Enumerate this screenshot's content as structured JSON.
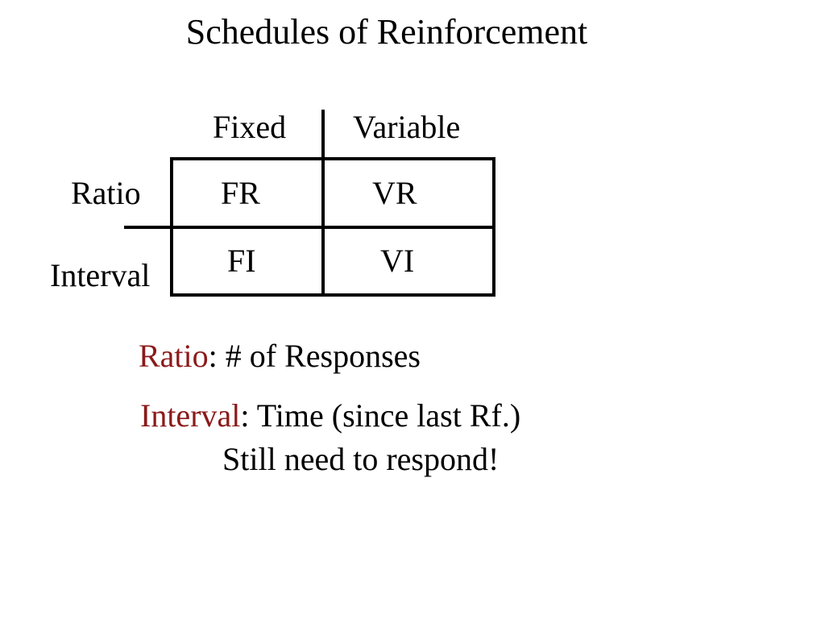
{
  "title": "Schedules of Reinforcement",
  "columns": {
    "fixed": "Fixed",
    "variable": "Variable"
  },
  "rows": {
    "ratio": "Ratio",
    "interval": "Interval"
  },
  "cells": {
    "fr": "FR",
    "vr": "VR",
    "fi": "FI",
    "vi": "VI"
  },
  "definitions": {
    "ratio_term": "Ratio",
    "ratio_text": ":  # of Responses",
    "interval_term": "Interval",
    "interval_text": ": Time (since last Rf.)",
    "note": "Still need to respond!"
  },
  "colors": {
    "text": "#000000",
    "accent": "#8b1a1a",
    "background": "#ffffff"
  }
}
